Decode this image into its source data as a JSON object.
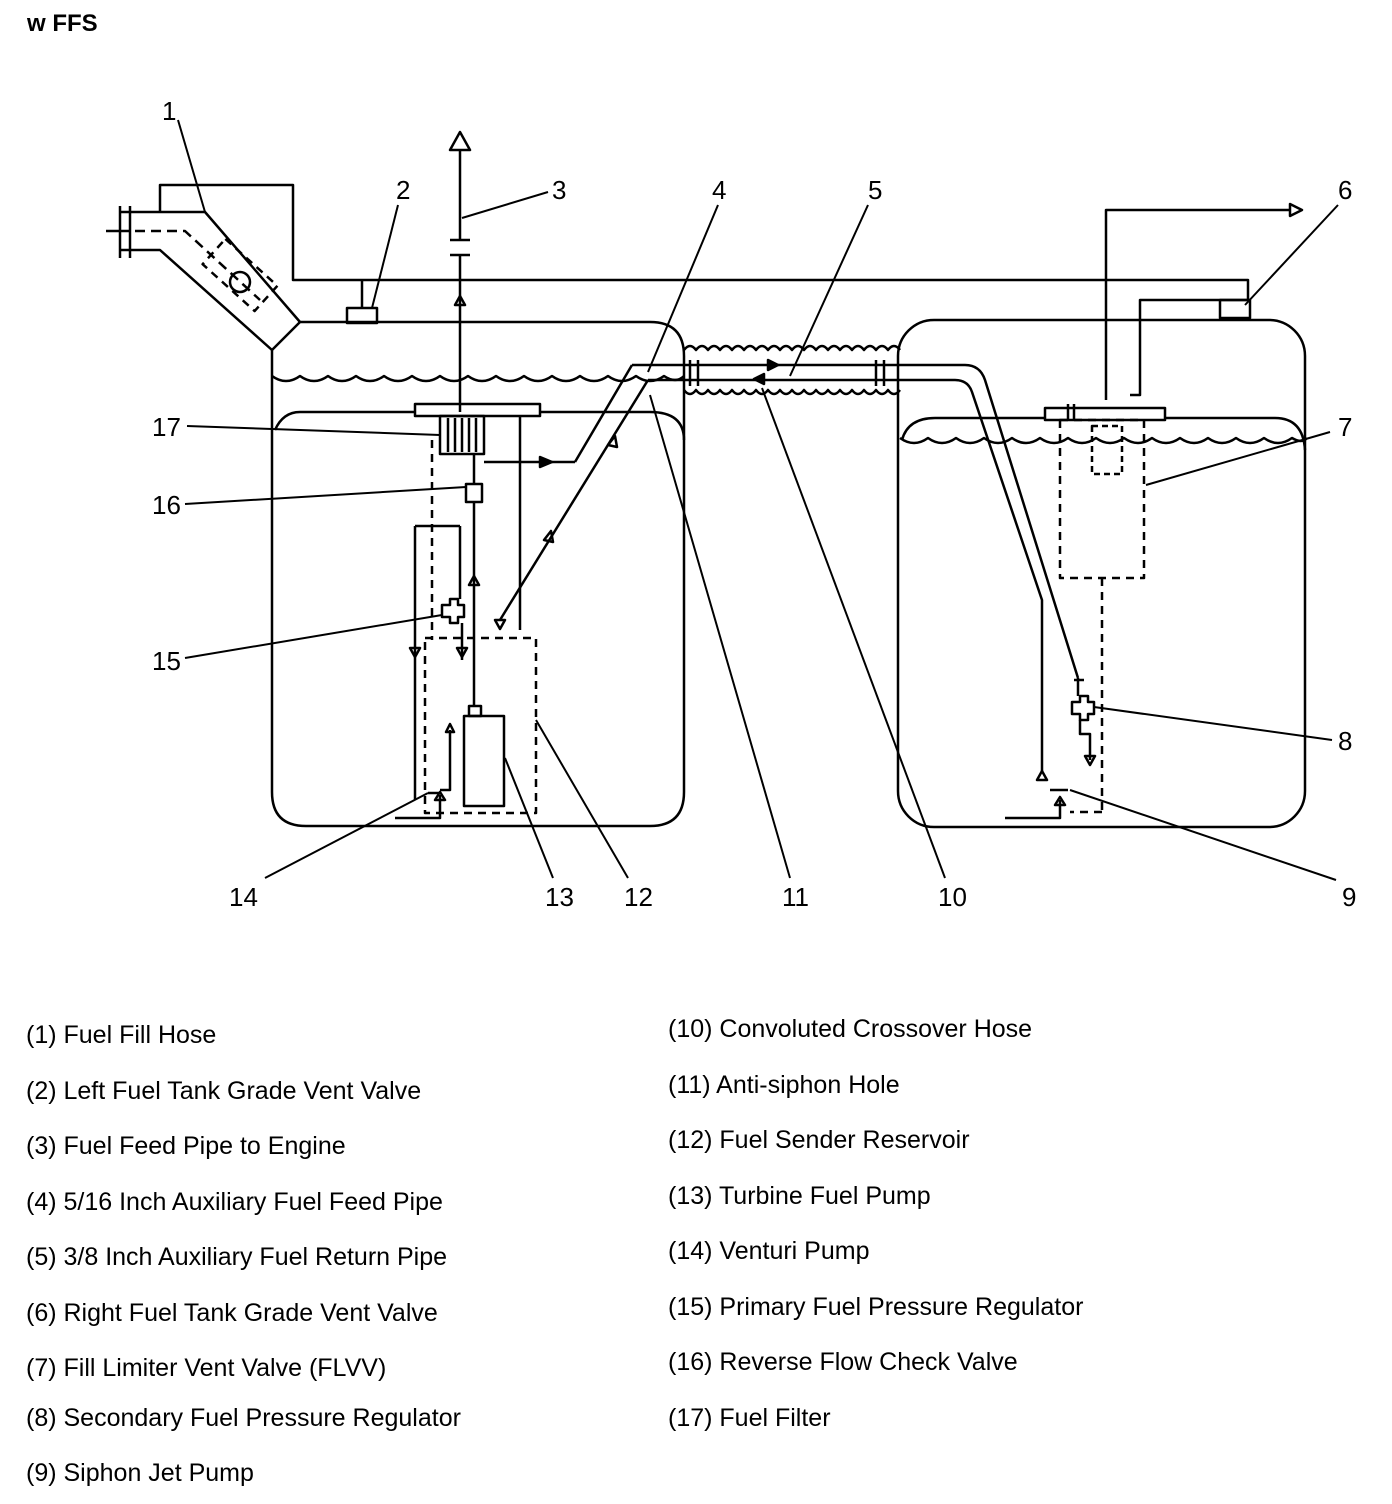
{
  "title": "w FFS",
  "callouts": [
    "1",
    "2",
    "3",
    "4",
    "5",
    "6",
    "7",
    "8",
    "9",
    "10",
    "11",
    "12",
    "13",
    "14",
    "15",
    "16",
    "17"
  ],
  "legend": {
    "left": [
      "(1) Fuel Fill Hose",
      "(2) Left Fuel Tank Grade Vent Valve",
      "(3) Fuel Feed Pipe to Engine",
      "(4) 5/16 Inch Auxiliary Fuel Feed Pipe",
      "(5) 3/8 Inch Auxiliary Fuel Return Pipe",
      "(6) Right Fuel Tank Grade Vent Valve",
      "(7) Fill Limiter Vent Valve (FLVV)",
      "(8) Secondary Fuel Pressure Regulator",
      "(9) Siphon Jet Pump"
    ],
    "right": [
      "(10) Convoluted Crossover Hose",
      "(11) Anti-siphon Hole",
      "(12) Fuel Sender Reservoir",
      "(13) Turbine Fuel Pump",
      "(14) Venturi Pump",
      "(15) Primary Fuel Pressure Regulator",
      "(16) Reverse Flow Check Valve",
      "(17) Fuel Filter"
    ]
  }
}
